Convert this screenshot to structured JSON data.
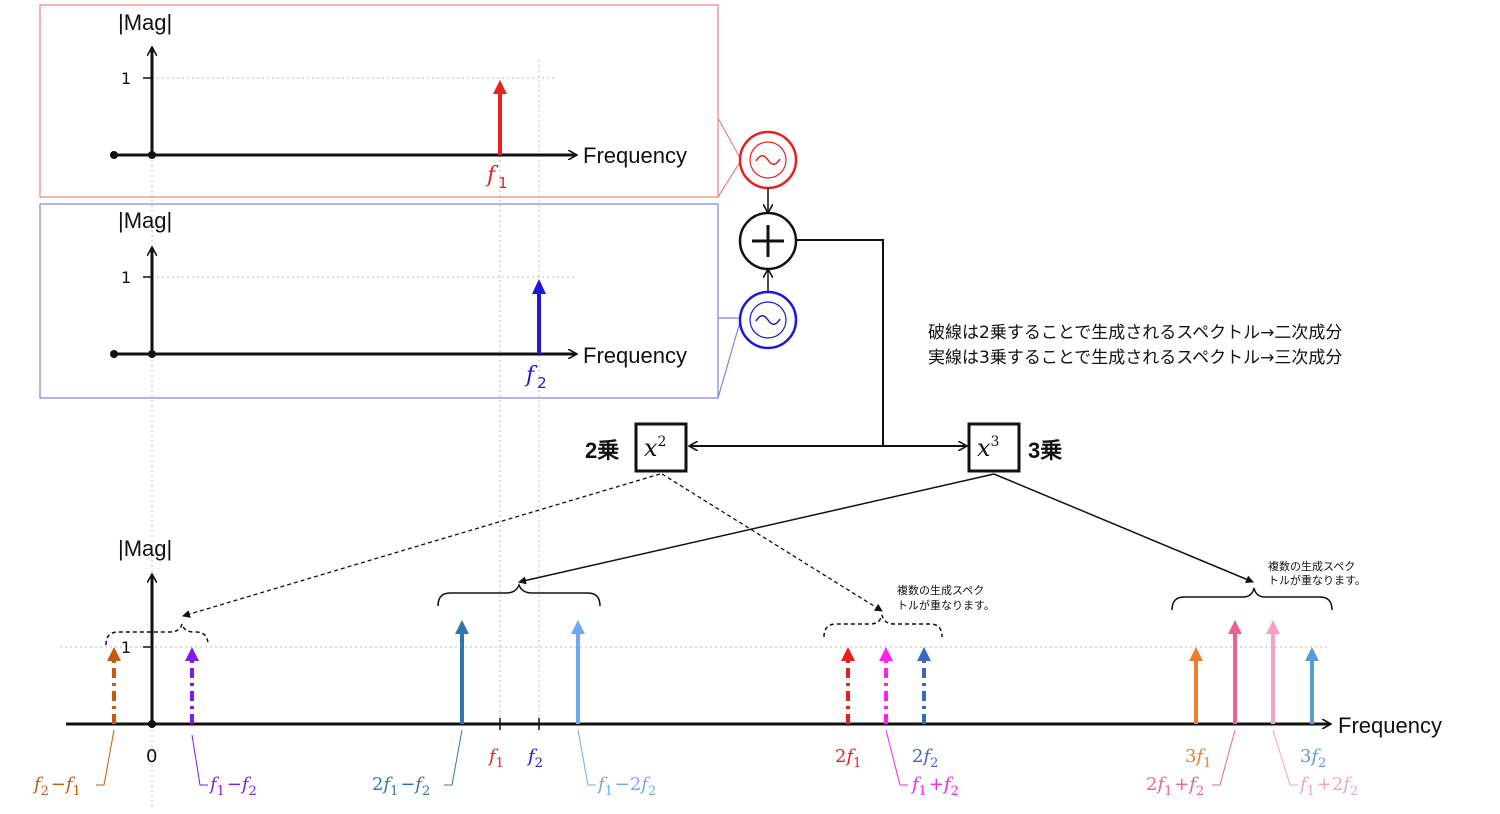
{
  "panels": {
    "top_ylabel": "|Mag|",
    "top_tick": "1",
    "top_xlabel": "Frequency",
    "top_f1": "f",
    "top_f1_sub": "1",
    "mid_ylabel": "|Mag|",
    "mid_tick": "1",
    "mid_xlabel": "Frequency",
    "mid_f2": "f",
    "mid_f2_sub": "2"
  },
  "blocks": {
    "square_label": "2乗",
    "square_op": "x",
    "square_exp": "2",
    "cube_label": "3乗",
    "cube_op": "x",
    "cube_exp": "3"
  },
  "notes": {
    "line1": "破線は2乗することで生成されるスペクトル→二次成分",
    "line2": "実線は3乗することで生成されるスペクトル→三次成分",
    "overlap_a1": "複数の生成スペク",
    "overlap_a2": "トルが重なります。",
    "overlap_b1": "複数の生成スペク",
    "overlap_b2": "トルが重なります。"
  },
  "bottom": {
    "ylabel": "|Mag|",
    "tick": "1",
    "zero": "0",
    "xlabel": "Frequency"
  },
  "colors": {
    "f1": "#e8201e",
    "f2": "#1818e0",
    "f2_minus_f1": "#c55a11",
    "f1_minus_f2": "#7f1bf0",
    "two_f1_minus_f2": "#2e75b6",
    "f1_minus_two_f2": "#6fa8f0",
    "two_f1": "#e8201e",
    "f1_plus_f2": "#ff22ee",
    "two_f2": "#3c66c0",
    "three_f1": "#ed7d31",
    "two_f1_plus_f2": "#f06090",
    "f1_plus_two_f2": "#f4a0c8",
    "three_f2": "#5b9bd5"
  },
  "components": [
    {
      "id": "f2_minus_f1",
      "order": 2,
      "label": "f2−f1"
    },
    {
      "id": "f1_minus_f2",
      "order": 2,
      "label": "f1−f2"
    },
    {
      "id": "two_f1_minus_f2",
      "order": 3,
      "label": "2f1−f2"
    },
    {
      "id": "f1",
      "order": 0,
      "label": "f1"
    },
    {
      "id": "f2",
      "order": 0,
      "label": "f2"
    },
    {
      "id": "f1_minus_two_f2",
      "order": 3,
      "label": "f1−2f2"
    },
    {
      "id": "two_f1",
      "order": 2,
      "label": "2f1"
    },
    {
      "id": "f1_plus_f2",
      "order": 2,
      "label": "f1+f2"
    },
    {
      "id": "two_f2",
      "order": 2,
      "label": "2f2"
    },
    {
      "id": "three_f1",
      "order": 3,
      "label": "3f1"
    },
    {
      "id": "two_f1_plus_f2",
      "order": 3,
      "label": "2f1+f2"
    },
    {
      "id": "f1_plus_two_f2",
      "order": 3,
      "label": "f1+2f2"
    },
    {
      "id": "three_f2",
      "order": 3,
      "label": "3f2"
    }
  ]
}
